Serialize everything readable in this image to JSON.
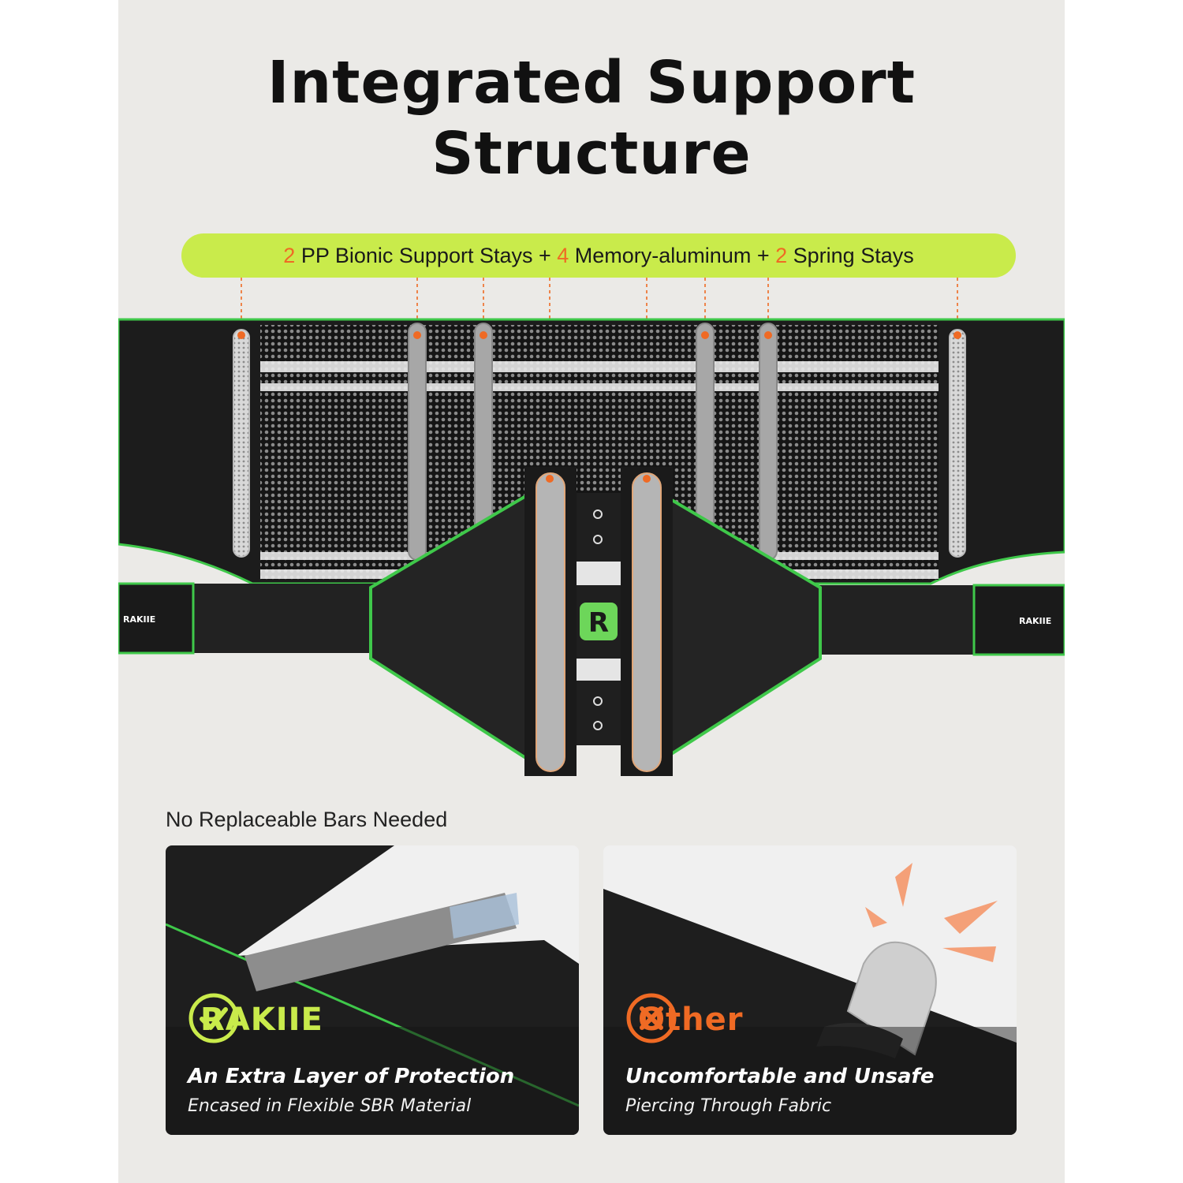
{
  "title_line1": "Integrated Support",
  "title_line2": "Structure",
  "pill": {
    "n1": "2",
    "t1": " PP Bionic Support Stays + ",
    "n2": "4",
    "t2": " Memory-aluminum + ",
    "n3": "2",
    "t3": " Spring Stays"
  },
  "belt_brand": "RAKIIE",
  "belt_logo_letter": "R",
  "subhead": "No Replaceable Bars Needed",
  "card_left": {
    "brand": "RAKIIE",
    "headline": "An Extra Layer of Protection",
    "caption": "Encased in Flexible SBR Material"
  },
  "card_right": {
    "brand": "Other",
    "headline": "Uncomfortable and Unsafe",
    "caption": "Piercing Through Fabric"
  },
  "colors": {
    "accent_green": "#c9eb4b",
    "accent_orange": "#ef6a24",
    "belt_black": "#1c1c1c",
    "trim_green": "#4cd94c"
  }
}
